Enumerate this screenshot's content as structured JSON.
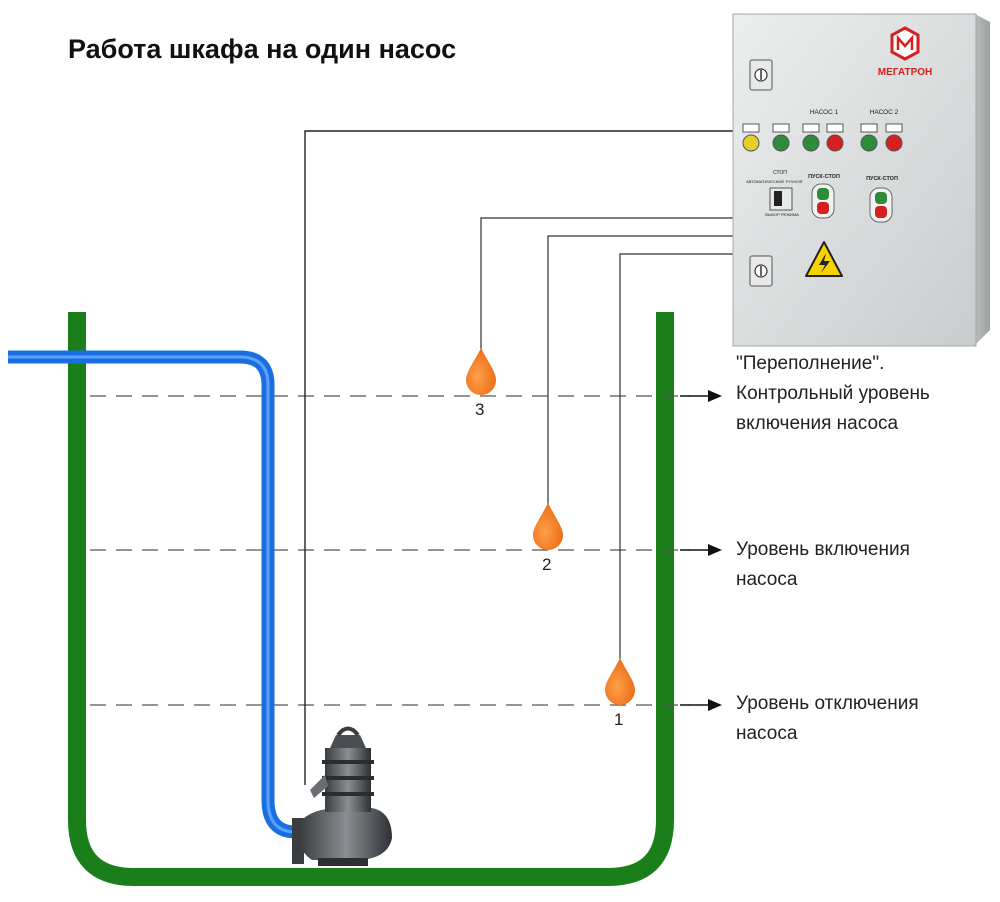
{
  "title": "Работа шкафа на один насос",
  "cabinet": {
    "brand": "МЕГАТРОН",
    "pump1_label": "НАСОС 1",
    "pump2_label": "НАСОС 2",
    "start_stop_1": "ПУСК-СТОП",
    "start_stop_2": "ПУСК-СТОП",
    "mode_stop": "СТОП",
    "mode_auto": "АВТОМАТИЧЕСКИЙ",
    "mode_manual": "РУЧНОЙ",
    "mode_select": "ВЫБОР РЕЖИМА"
  },
  "floats": [
    {
      "number": "3"
    },
    {
      "number": "2"
    },
    {
      "number": "1"
    }
  ],
  "levels": {
    "overflow_line1": "\"Переполнение\".",
    "overflow_line2": "Контрольный уровень",
    "overflow_line3": "включения насоса",
    "on_line1": "Уровень включения",
    "on_line2": "насоса",
    "off_line1": "Уровень отключения",
    "off_line2": "насоса"
  },
  "colors": {
    "tank": "#1a7f1a",
    "pipe": "#1a6fe0",
    "float": "#f07a1e",
    "cabinet": "#d8dadb",
    "green_lamp": "#2e8b3a",
    "red_lamp": "#d62020",
    "yellow_lamp": "#e6cf2a"
  }
}
